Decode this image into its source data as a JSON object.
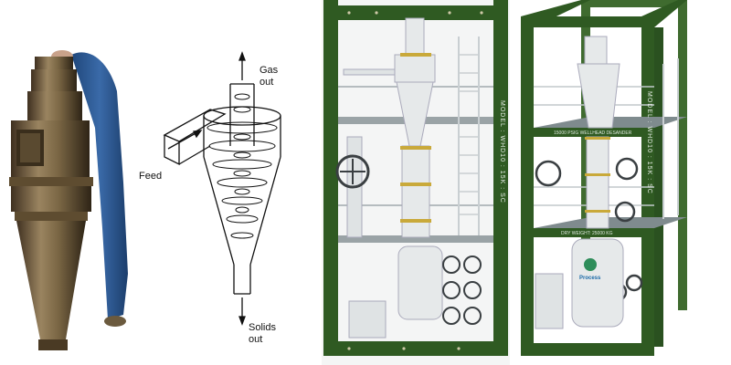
{
  "panels": [
    {
      "name": "photo-cyclone-held-by-person"
    },
    {
      "name": "cyclone-schematic",
      "labels": {
        "gas_out": "Gas\nout",
        "feed": "Feed",
        "solids_out": "Solids\nout"
      }
    },
    {
      "name": "wellhead-desander-skid-front",
      "frame_label": "MODEL : WHD10 : 15K : SC"
    },
    {
      "name": "wellhead-desander-skid-3d",
      "header_text": "15000 PSIG WELLHEAD DESANDER",
      "frame_label": "MODEL : WHD10 : 15K : SC",
      "small_text": "DRY WEIGHT: 25000 KG",
      "logo_text": "Process"
    }
  ],
  "colors": {
    "frame_green": "#2f5a22",
    "metal_bronze": "#7a6644",
    "sleeve_blue": "#2d5c9a",
    "vessel_white": "#e6e9ea"
  }
}
